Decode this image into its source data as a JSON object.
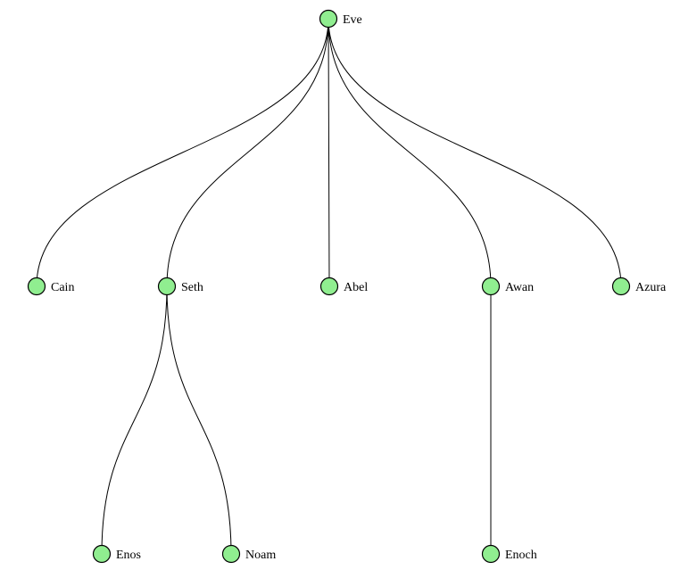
{
  "tree": {
    "colors": {
      "node_fill": "#90ee90",
      "node_stroke": "#000000",
      "link_stroke": "#000000"
    },
    "nodes": [
      {
        "id": "eve",
        "name": "Eve",
        "depth": 0
      },
      {
        "id": "cain",
        "name": "Cain",
        "depth": 1
      },
      {
        "id": "seth",
        "name": "Seth",
        "depth": 1
      },
      {
        "id": "abel",
        "name": "Abel",
        "depth": 1
      },
      {
        "id": "awan",
        "name": "Awan",
        "depth": 1
      },
      {
        "id": "azura",
        "name": "Azura",
        "depth": 1
      },
      {
        "id": "enos",
        "name": "Enos",
        "depth": 2
      },
      {
        "id": "noam",
        "name": "Noam",
        "depth": 2
      },
      {
        "id": "enoch",
        "name": "Enoch",
        "depth": 2
      }
    ],
    "links": [
      {
        "source": "eve",
        "target": "cain"
      },
      {
        "source": "eve",
        "target": "seth"
      },
      {
        "source": "eve",
        "target": "abel"
      },
      {
        "source": "eve",
        "target": "awan"
      },
      {
        "source": "eve",
        "target": "azura"
      },
      {
        "source": "seth",
        "target": "enos"
      },
      {
        "source": "seth",
        "target": "noam"
      },
      {
        "source": "awan",
        "target": "enoch"
      }
    ]
  }
}
